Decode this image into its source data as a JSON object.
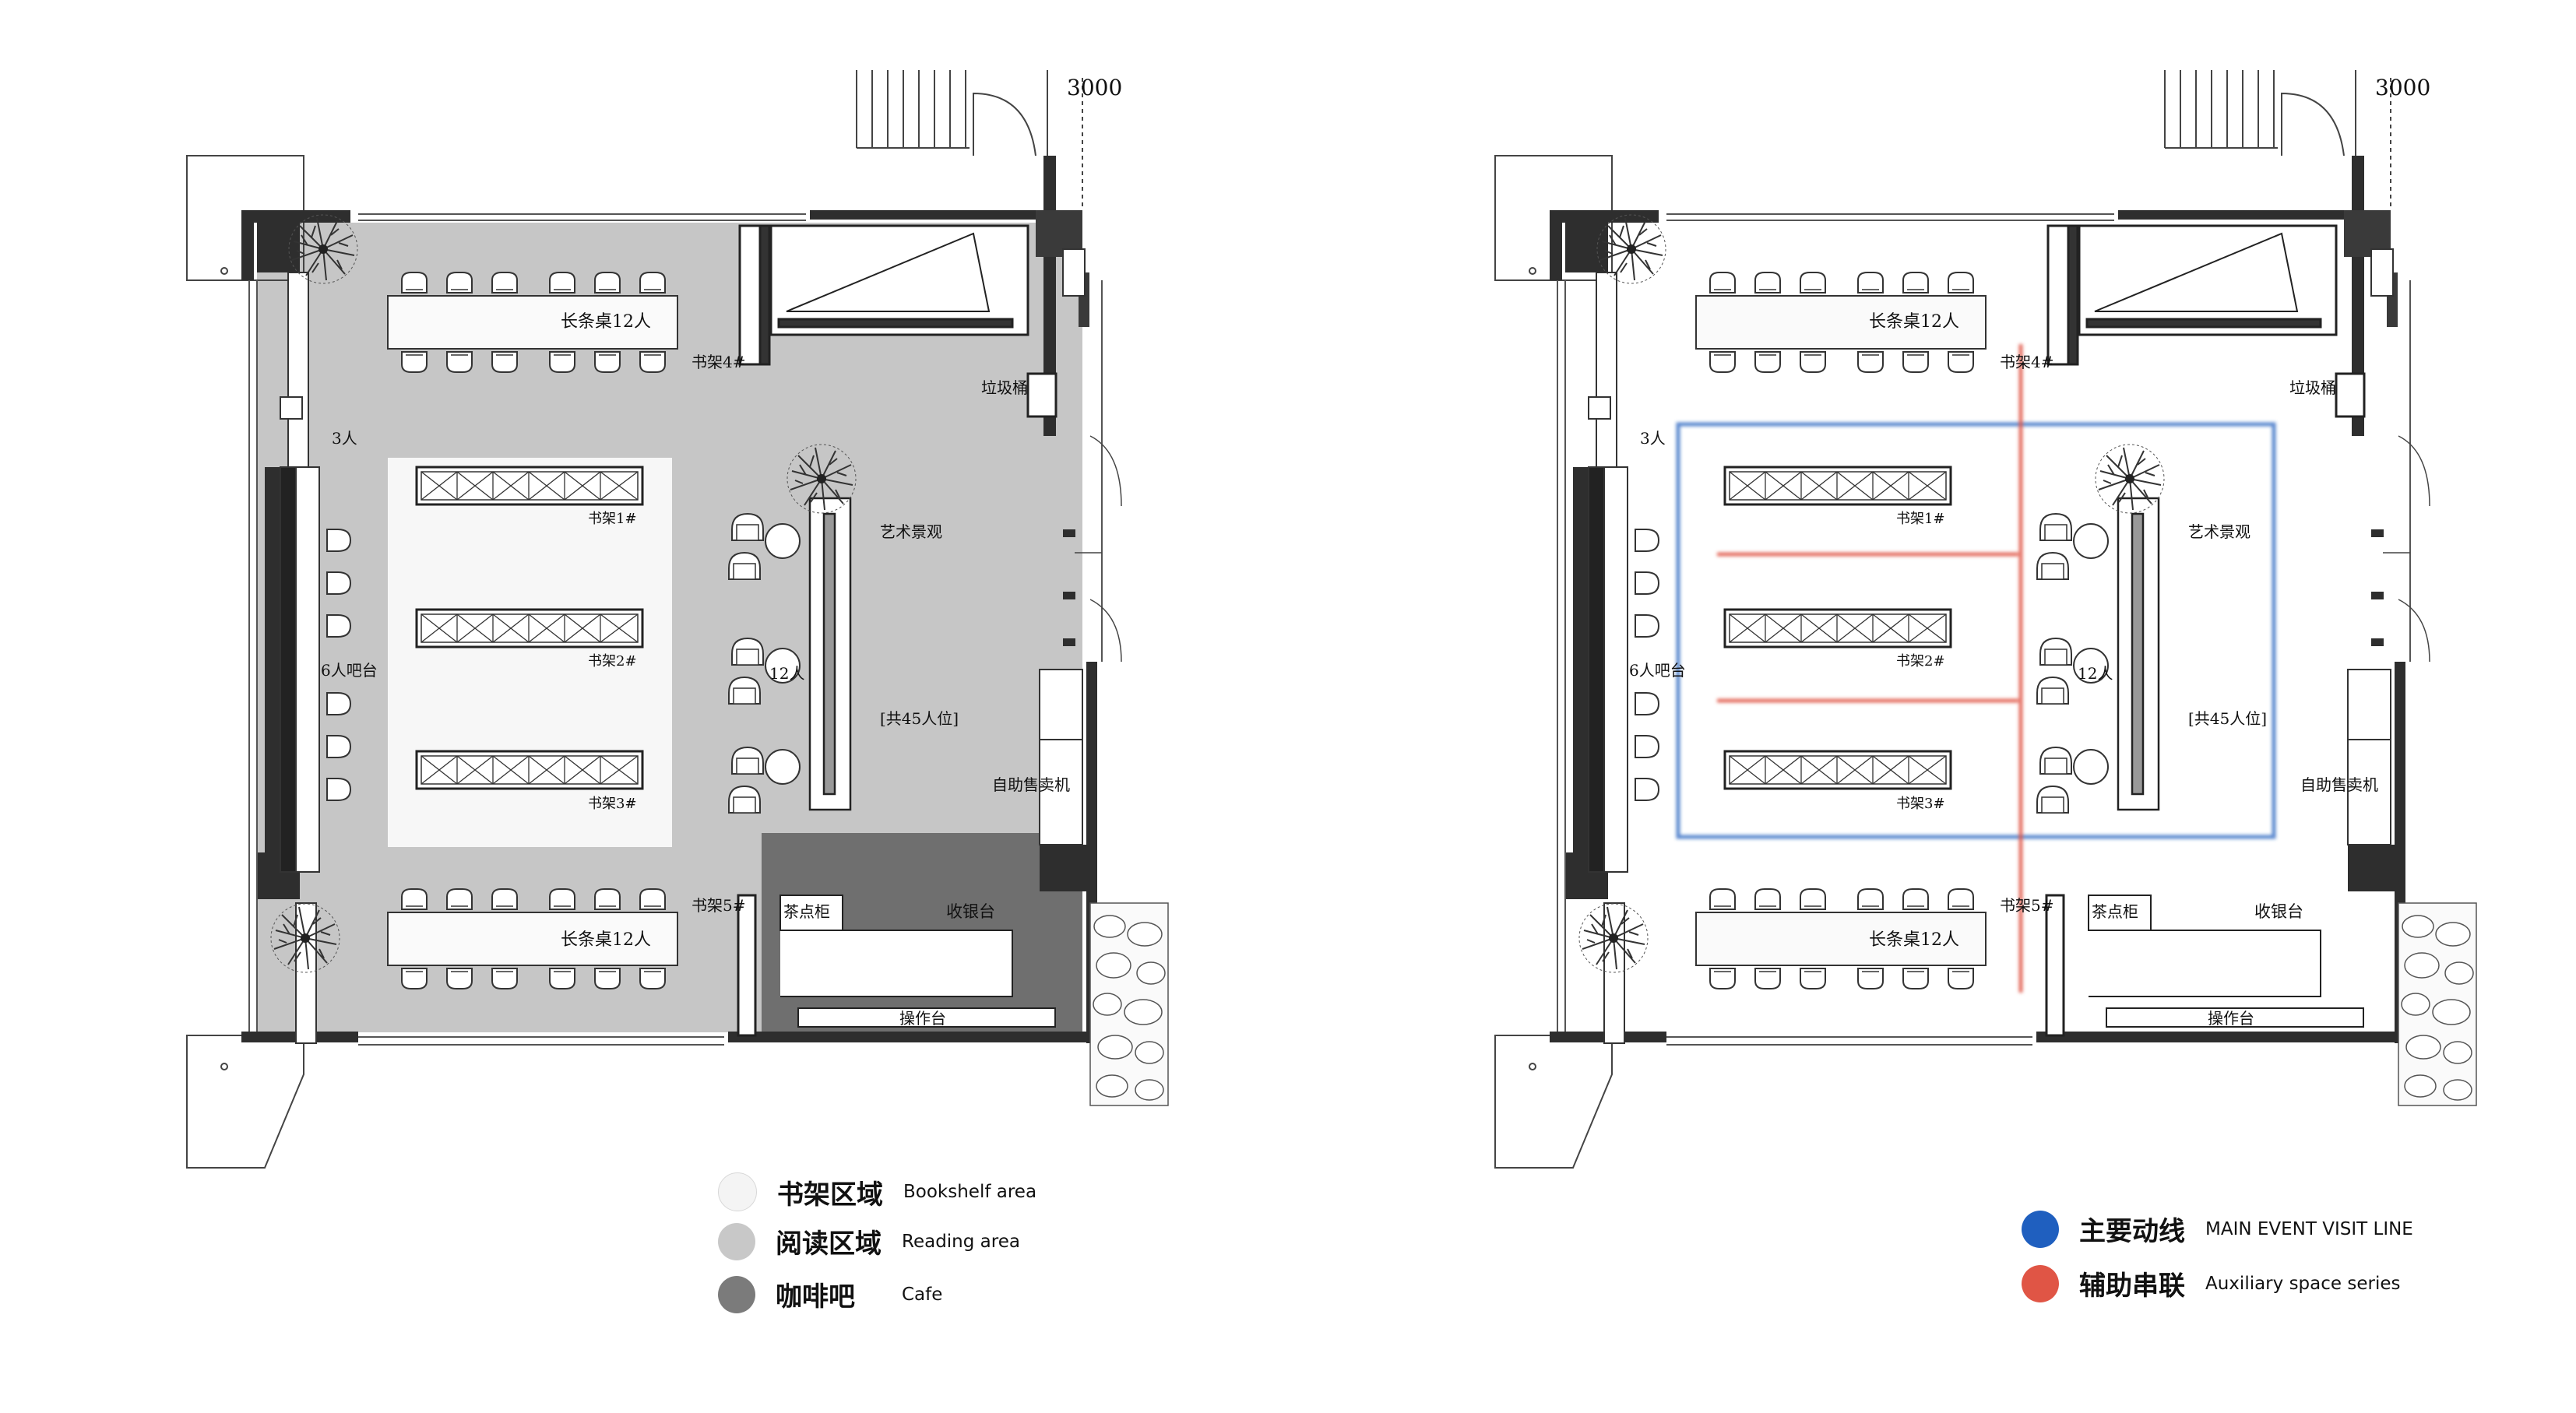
{
  "plans": [
    {
      "dimension": "3000",
      "labels": {
        "long_table_top": "长条桌12人",
        "long_table_bottom": "长条桌12人",
        "shelf1": "书架1#",
        "shelf2": "书架2#",
        "shelf3": "书架3#",
        "shelf4": "书架4#",
        "shelf5": "书架5#",
        "trash": "垃圾桶",
        "three_people": "3人",
        "bar6": "6人吧台",
        "art": "艺术景观",
        "people12": "12人",
        "total45": "[共45人位]",
        "vending": "自助售卖机",
        "tea_cabinet": "茶点柜",
        "cashier": "收银台",
        "counter": "操作台"
      }
    },
    {
      "dimension": "3000",
      "labels": {
        "long_table_top": "长条桌12人",
        "long_table_bottom": "长条桌12人",
        "shelf1": "书架1#",
        "shelf2": "书架2#",
        "shelf3": "书架3#",
        "shelf4": "书架4#",
        "shelf5": "书架5#",
        "trash": "垃圾桶",
        "three_people": "3人",
        "bar6": "6人吧台",
        "art": "艺术景观",
        "people12": "12人",
        "total45": "[共45人位]",
        "vending": "自助售卖机",
        "tea_cabinet": "茶点柜",
        "cashier": "收银台",
        "counter": "操作台"
      }
    }
  ],
  "legend_left": [
    {
      "cn": "书架区域",
      "en": "Bookshelf area",
      "color": "#f4f4f4"
    },
    {
      "cn": "阅读区域",
      "en": "Reading area",
      "color": "#c8c8c8"
    },
    {
      "cn": "咖啡吧",
      "en": "Cafe",
      "color": "#7b7b7b"
    }
  ],
  "legend_right": [
    {
      "cn": "主要动线",
      "en": "MAIN EVENT VISIT LINE",
      "color": "#1f5fbf"
    },
    {
      "cn": "辅助串联",
      "en": "Auxiliary space series",
      "color": "#e05545"
    }
  ],
  "colors": {
    "reading_area": "#c6c6c6",
    "bookshelf_area": "#f7f7f7",
    "cafe_area": "#6f6f6f",
    "main_route": "#1f5fbf",
    "aux_route": "#e05545",
    "wall": "#2e2e2e"
  }
}
